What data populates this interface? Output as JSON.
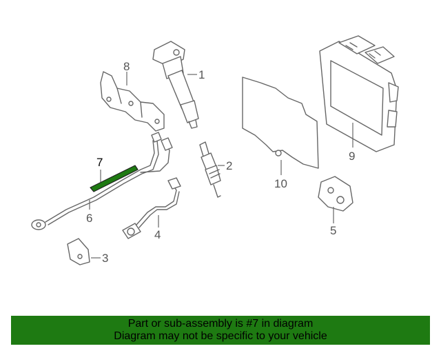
{
  "diagram": {
    "callouts": {
      "c1": "1",
      "c2": "2",
      "c3": "3",
      "c4": "4",
      "c5": "5",
      "c6": "6",
      "c7": "7",
      "c8": "8",
      "c9": "9",
      "c10": "10"
    },
    "highlighted_part": "7",
    "highlight_color": "#1e7a12"
  },
  "banner": {
    "line1": "Part or sub-assembly is #7 in diagram",
    "line2": "Diagram may not be specific to your vehicle",
    "background_color": "#1e7a12"
  }
}
